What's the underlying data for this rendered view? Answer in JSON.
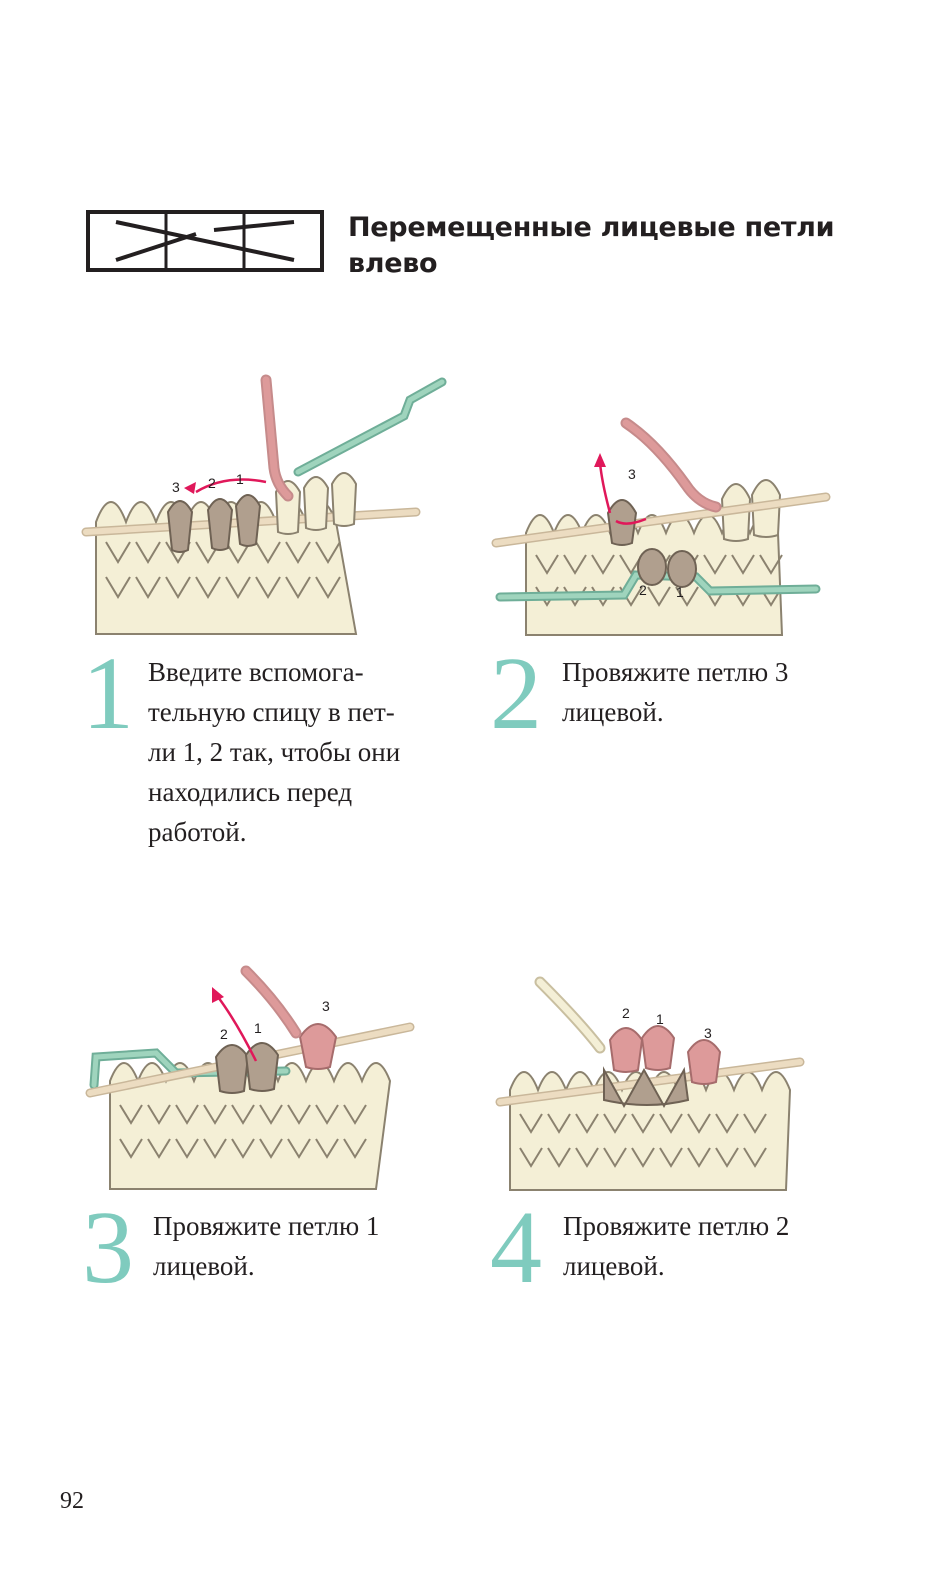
{
  "title": "Перемещенные лицевые петли влево",
  "steps": [
    {
      "number": "1",
      "text": "Введите вспомога-\nтельную спицу в пет-\nли 1, 2 так, чтобы они\nнаходились перед\nработой.",
      "loop_labels": [
        "3",
        "2",
        "1"
      ]
    },
    {
      "number": "2",
      "text": "Провяжите петлю 3\nлицевой.",
      "loop_labels": [
        "3",
        "2",
        "1"
      ]
    },
    {
      "number": "3",
      "text": "Провяжите петлю 1\nлицевой.",
      "loop_labels": [
        "2",
        "1",
        "3"
      ]
    },
    {
      "number": "4",
      "text": "Провяжите петлю 2\nлицевой.",
      "loop_labels": [
        "2",
        "1",
        "3"
      ]
    }
  ],
  "page_number": "92",
  "colors": {
    "accent": "#7fcbbe",
    "yarn_cream": "#f4efd6",
    "loop_brown": "#b09f8e",
    "loop_pink": "#dd9a9a",
    "cable_needle": "#9fd4bd",
    "arrow": "#e0185a",
    "needle": "#ecdcc1"
  }
}
